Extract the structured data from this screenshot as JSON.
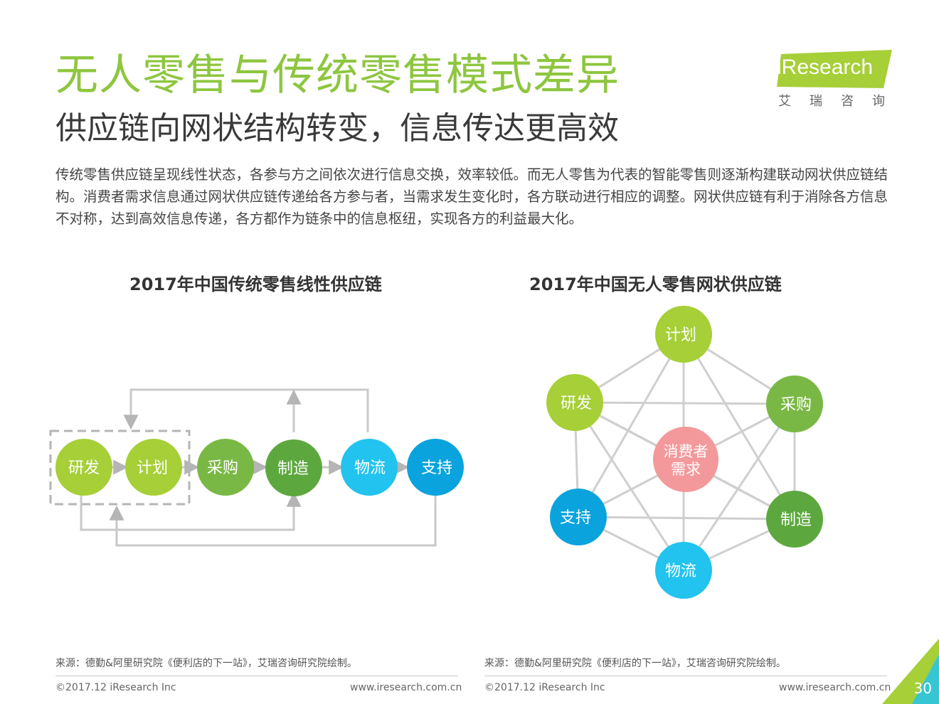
{
  "header": {
    "title": "无人零售与传统零售模式差异",
    "subtitle": "供应链向网状结构转变，信息传达更高效",
    "intro": "传统零售供应链呈现线性状态，各参与方之间依次进行信息交换，效率较低。而无人零售为代表的智能零售则逐渐构建联动网状供应链结构。消费者需求信息通过网状供应链传递给各方参与者，当需求发生变化时，各方联动进行相应的调整。网状供应链有利于消除各方信息不对称，达到高效信息传递，各方都作为链条中的信息枢纽，实现各方的利益最大化。"
  },
  "logo": {
    "text": "iResearch",
    "cn": "艾瑞咨询"
  },
  "colors": {
    "title_green": "#8dc63f",
    "light_green": "#a6cf38",
    "green": "#7ab845",
    "dark_green": "#5da83e",
    "cyan": "#22c3ee",
    "blue": "#0aa3dd",
    "pink": "#f3999b",
    "line_gray": "#c9c9c9"
  },
  "left": {
    "title": "2017年中国传统零售线性供应链",
    "nodes": [
      "研发",
      "计划",
      "采购",
      "制造",
      "物流",
      "支持"
    ],
    "source": "来源：德勤&阿里研究院《便利店的下一站》，艾瑞咨询研究院绘制。",
    "copyright": "©2017.12 iResearch Inc",
    "website": "www.iresearch.com.cn"
  },
  "right": {
    "title": "2017年中国无人零售网状供应链",
    "center": [
      "消费者",
      "需求"
    ],
    "nodes": [
      "计划",
      "研发",
      "采购",
      "支持",
      "制造",
      "物流"
    ],
    "source": "来源：德勤&阿里研究院《便利店的下一站》，艾瑞咨询研究院绘制。",
    "copyright": "©2017.12 iResearch Inc",
    "website": "www.iresearch.com.cn"
  },
  "page_number": "30"
}
